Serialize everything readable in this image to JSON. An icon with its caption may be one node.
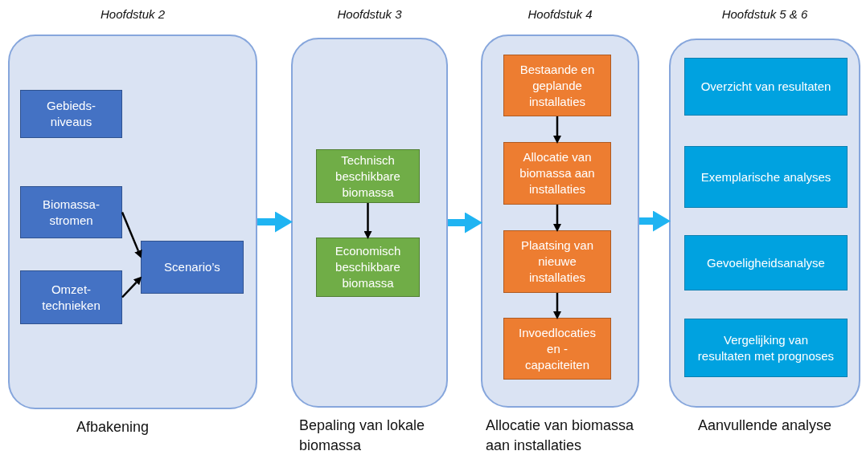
{
  "diagram": {
    "nodes": [
      {
        "text": [
          "Hoofdstuk 2",
          "Afbakening"
        ]
      },
      {
        "text": [
          "Gebieds- niveaus"
        ],
        "in": 0
      },
      {
        "text": [
          "Biomassa- stromen"
        ],
        "in": 0
      },
      {
        "text": [
          "Omzet- technieken"
        ],
        "in": 0
      },
      {
        "text": [
          "Scenario’s"
        ],
        "in": 0
      },
      {
        "text": [
          "Hoofdstuk 3",
          "Bepaling van lokale biomassa"
        ]
      },
      {
        "text": [
          "Technisch beschikbare biomassa"
        ],
        "in": 5
      },
      {
        "text": [
          "Economisch beschikbare biomassa"
        ],
        "in": 5
      },
      {
        "text": [
          "Hoofdstuk 4",
          "Allocatie van biomassa aan installaties"
        ]
      },
      {
        "text": [
          "Bestaande en geplande installaties"
        ],
        "in": 8
      },
      {
        "text": [
          "Allocatie van biomassa aan installaties"
        ],
        "in": 8
      },
      {
        "text": [
          "Plaatsing van nieuwe installaties"
        ],
        "in": 8
      },
      {
        "text": [
          "Invoedlocaties en - capaciteiten"
        ],
        "in": 8
      },
      {
        "text": [
          "Hoofdstuk 5 & 6",
          "Aanvullende analyse"
        ]
      },
      {
        "text": [
          "Overzicht van resultaten"
        ],
        "in": 13
      },
      {
        "text": [
          "Exemplarische analyses"
        ],
        "in": 13
      },
      {
        "text": [
          "Gevoeligheidsanalyse"
        ],
        "in": 13
      },
      {
        "text": [
          "Vergelijking van resultaten met prognoses"
        ],
        "in": 13
      }
    ],
    "edges": [
      {
        "from": 2,
        "to": 4,
        "arrow": "to"
      },
      {
        "from": 3,
        "to": 4,
        "arrow": "to"
      },
      {
        "from": 6,
        "to": 7,
        "arrow": "to"
      },
      {
        "from": 9,
        "to": 10,
        "arrow": "to"
      },
      {
        "from": 10,
        "to": 11,
        "arrow": "to"
      },
      {
        "from": 11,
        "to": 12,
        "arrow": "to"
      },
      {
        "from": 0,
        "to": 5,
        "arrow": "to",
        "style": "thick",
        "color": "#1fb4f2"
      },
      {
        "from": 5,
        "to": 8,
        "arrow": "to",
        "style": "thick",
        "color": "#1fb4f2"
      },
      {
        "from": 8,
        "to": 13,
        "arrow": "to",
        "style": "thick",
        "color": "#1fb4f2"
      }
    ]
  }
}
